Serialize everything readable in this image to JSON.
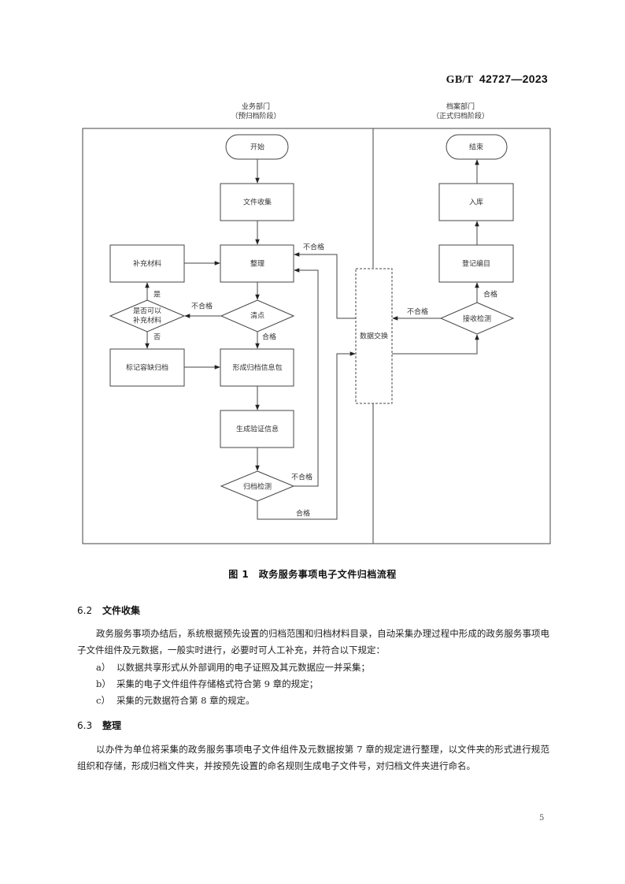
{
  "header": {
    "standard_prefix": "GB/T",
    "standard_number": "42727—2023"
  },
  "figure": {
    "lanes": [
      {
        "title": "业务部门",
        "subtitle": "（预归档阶段）"
      },
      {
        "title": "档案部门",
        "subtitle": "（正式归档阶段）"
      }
    ],
    "nodes": {
      "start": "开始",
      "collect": "文件收集",
      "organize": "整理",
      "supplement": "补充材料",
      "can_supplement": [
        "是否可以",
        "补充材料"
      ],
      "check": "清点",
      "mark_missing": "标记容缺归档",
      "form_package": "形成归档信息包",
      "gen_verify": "生成验证信息",
      "archive_detect": "归档检测",
      "data_exchange": "数据交换",
      "receive_detect": "接收检测",
      "register": "登记编目",
      "storage": "入库",
      "end": "结束"
    },
    "edge_labels": {
      "fail": "不合格",
      "pass": "合格",
      "yes": "是",
      "no": "否"
    },
    "caption": "图 1　政务服务事项电子文件归档流程"
  },
  "sections": [
    {
      "number": "6.2",
      "title": "文件收集",
      "paragraph": "政务服务事项办结后，系统根据预先设置的归档范围和归档材料目录，自动采集办理过程中形成的政务服务事项电子文件组件及元数据，一般实时进行，必要时可人工补充，并符合以下规定：",
      "items": [
        {
          "label": "a）",
          "text": "以数据共享形式从外部调用的电子证照及其元数据应一并采集；"
        },
        {
          "label": "b）",
          "text": "采集的电子文件组件存储格式符合第 9 章的规定；"
        },
        {
          "label": "c）",
          "text": "采集的元数据符合第 8 章的规定。"
        }
      ]
    },
    {
      "number": "6.3",
      "title": "整理",
      "paragraph": "以办件为单位将采集的政务服务事项电子文件组件及元数据按第 7 章的规定进行整理，以文件夹的形式进行规范组织和存储，形成归档文件夹，并按预先设置的命名规则生成电子文件号，对归档文件夹进行命名。"
    }
  ],
  "page_number": "5"
}
